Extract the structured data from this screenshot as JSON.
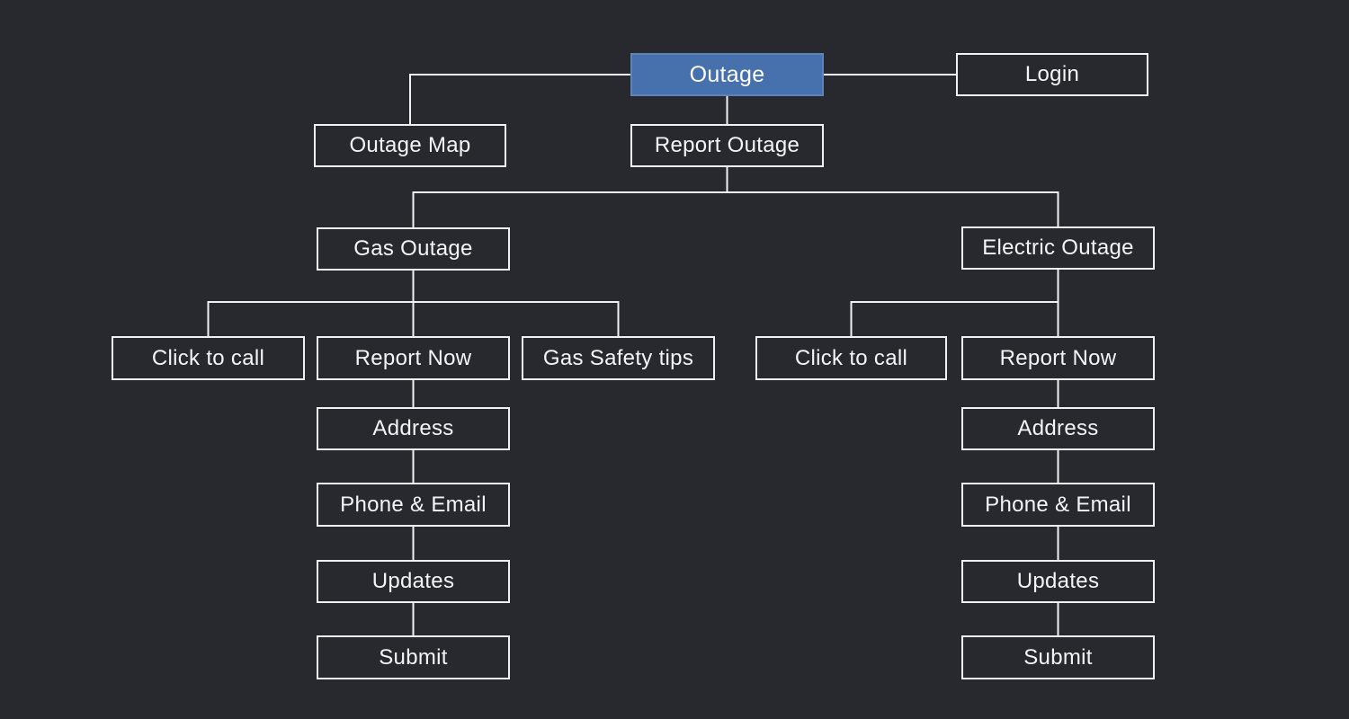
{
  "diagram": {
    "type": "sitemap-flowchart",
    "colors": {
      "background": "#27292f",
      "connector_line": "#eff1f3",
      "node_border": "#eff1f3",
      "node_text": "#f3f4f6",
      "highlight_fill": "#4671ac",
      "highlight_border": "#5d84ba",
      "highlight_text": "#ffffff"
    },
    "nodes": {
      "outage": {
        "label": "Outage",
        "highlighted": true
      },
      "login": {
        "label": "Login"
      },
      "outage_map": {
        "label": "Outage Map"
      },
      "report_outage": {
        "label": "Report Outage"
      },
      "gas_outage": {
        "label": "Gas Outage"
      },
      "electric_outage": {
        "label": "Electric Outage"
      },
      "gas_click_to_call": {
        "label": "Click to call"
      },
      "gas_report_now": {
        "label": "Report Now"
      },
      "gas_safety_tips": {
        "label": "Gas Safety tips"
      },
      "electric_click_to_call": {
        "label": "Click to call"
      },
      "electric_report_now": {
        "label": "Report Now"
      },
      "gas_address": {
        "label": "Address"
      },
      "gas_phone_email": {
        "label": "Phone & Email"
      },
      "gas_updates": {
        "label": "Updates"
      },
      "gas_submit": {
        "label": "Submit"
      },
      "electric_address": {
        "label": "Address"
      },
      "electric_phone_email": {
        "label": "Phone & Email"
      },
      "electric_updates": {
        "label": "Updates"
      },
      "electric_submit": {
        "label": "Submit"
      }
    },
    "edges": [
      [
        "outage",
        "outage_map"
      ],
      [
        "outage",
        "login"
      ],
      [
        "outage",
        "report_outage"
      ],
      [
        "report_outage",
        "gas_outage"
      ],
      [
        "report_outage",
        "electric_outage"
      ],
      [
        "gas_outage",
        "gas_click_to_call"
      ],
      [
        "gas_outage",
        "gas_report_now"
      ],
      [
        "gas_outage",
        "gas_safety_tips"
      ],
      [
        "electric_outage",
        "electric_click_to_call"
      ],
      [
        "electric_outage",
        "electric_report_now"
      ],
      [
        "gas_report_now",
        "gas_address"
      ],
      [
        "gas_address",
        "gas_phone_email"
      ],
      [
        "gas_phone_email",
        "gas_updates"
      ],
      [
        "gas_updates",
        "gas_submit"
      ],
      [
        "electric_report_now",
        "electric_address"
      ],
      [
        "electric_address",
        "electric_phone_email"
      ],
      [
        "electric_phone_email",
        "electric_updates"
      ],
      [
        "electric_updates",
        "electric_submit"
      ]
    ]
  }
}
